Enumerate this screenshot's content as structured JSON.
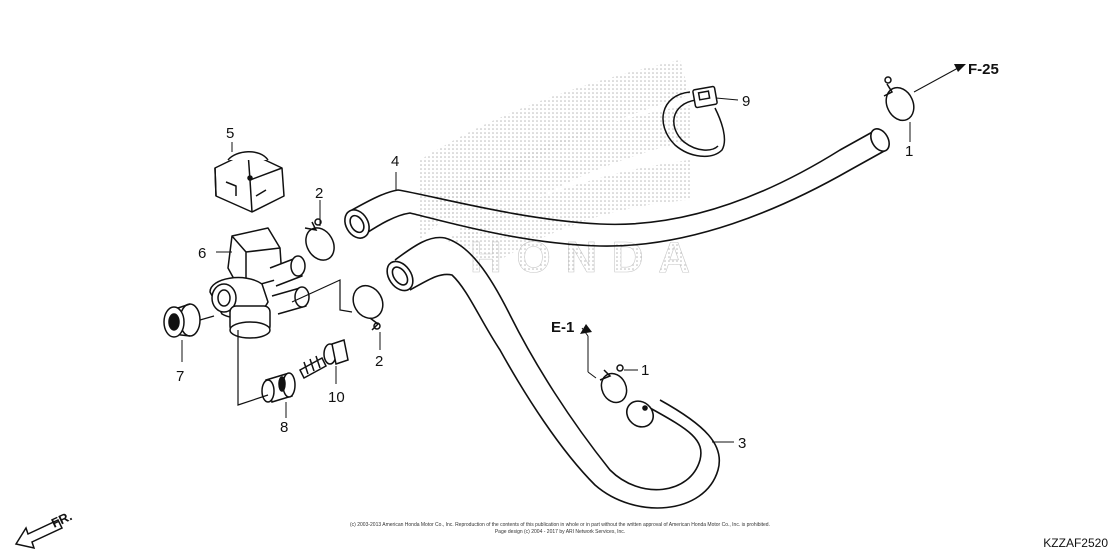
{
  "diagram": {
    "code": "KZZAF2520",
    "brand_watermark": "HONDA",
    "copyright_line1": "(c) 2003-2013 American Honda Motor Co., Inc. Reproduction of the contents of this publication in whole or in part without the written approval of American Honda Motor Co., Inc. is prohibited.",
    "copyright_line2": "Page design (c) 2004 - 2017 by ARI Network Services, Inc."
  },
  "references": {
    "f25": "F-25",
    "e1": "E-1",
    "front": "FR."
  },
  "callouts": [
    "1",
    "1",
    "2",
    "2",
    "3",
    "4",
    "5",
    "6",
    "7",
    "8",
    "9",
    "10"
  ]
}
